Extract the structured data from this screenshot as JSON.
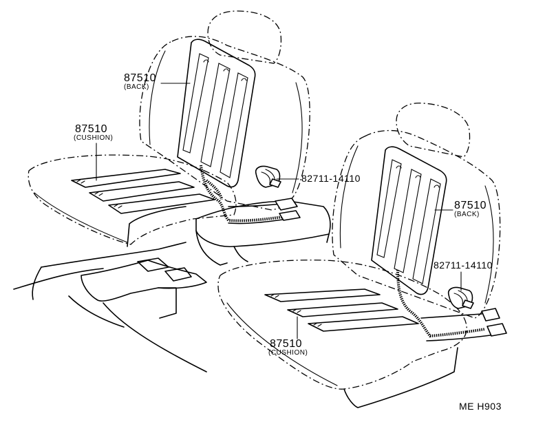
{
  "callouts": {
    "back_left": {
      "part": "87510",
      "sub": "(BACK)"
    },
    "cushion_left": {
      "part": "87510",
      "sub": "(CUSHION)"
    },
    "clip_upper": {
      "part": "82711-14110"
    },
    "back_right": {
      "part": "87510",
      "sub": "(BACK)"
    },
    "clip_lower": {
      "part": "82711-14110"
    },
    "cushion_right": {
      "part": "87510",
      "sub": "(CUSHION)"
    }
  },
  "figure_code": "ME H903"
}
